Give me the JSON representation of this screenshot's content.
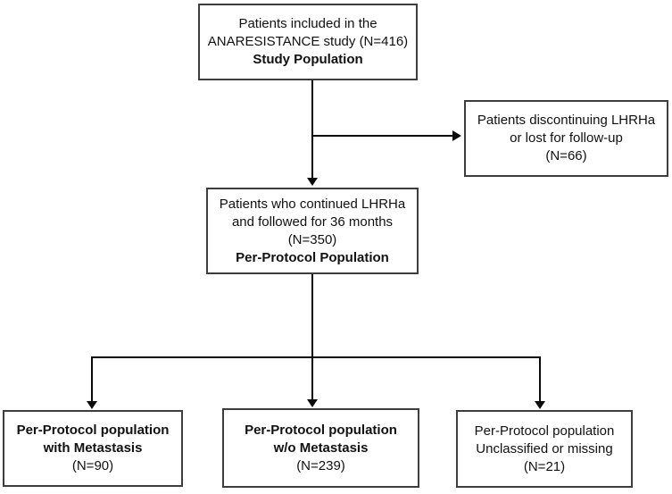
{
  "colors": {
    "background": "#ffffff",
    "box_border": "#3d3d3d",
    "connector": "#0a0a0a",
    "text": "#111111"
  },
  "boxes": {
    "study": {
      "line1": "Patients included in the",
      "line2": "ANARESISTANCE study (N=416)",
      "line3": "Study Population"
    },
    "discontinued": {
      "line1": "Patients discontinuing LHRHa",
      "line2": "or lost for follow-up",
      "line3": "(N=66)"
    },
    "per_protocol": {
      "line1": "Patients who continued LHRHa",
      "line2": "and followed for 36 months",
      "line3": "(N=350)",
      "line4": "Per-Protocol Population"
    },
    "with_metastasis": {
      "line1": "Per-Protocol population",
      "line2": "with Metastasis",
      "line3": "(N=90)"
    },
    "without_metastasis": {
      "line1": "Per-Protocol population",
      "line2": "w/o Metastasis",
      "line3": "(N=239)"
    },
    "unclassified": {
      "line1": "Per-Protocol population",
      "line2": "Unclassified or missing",
      "line3": "(N=21)"
    }
  }
}
